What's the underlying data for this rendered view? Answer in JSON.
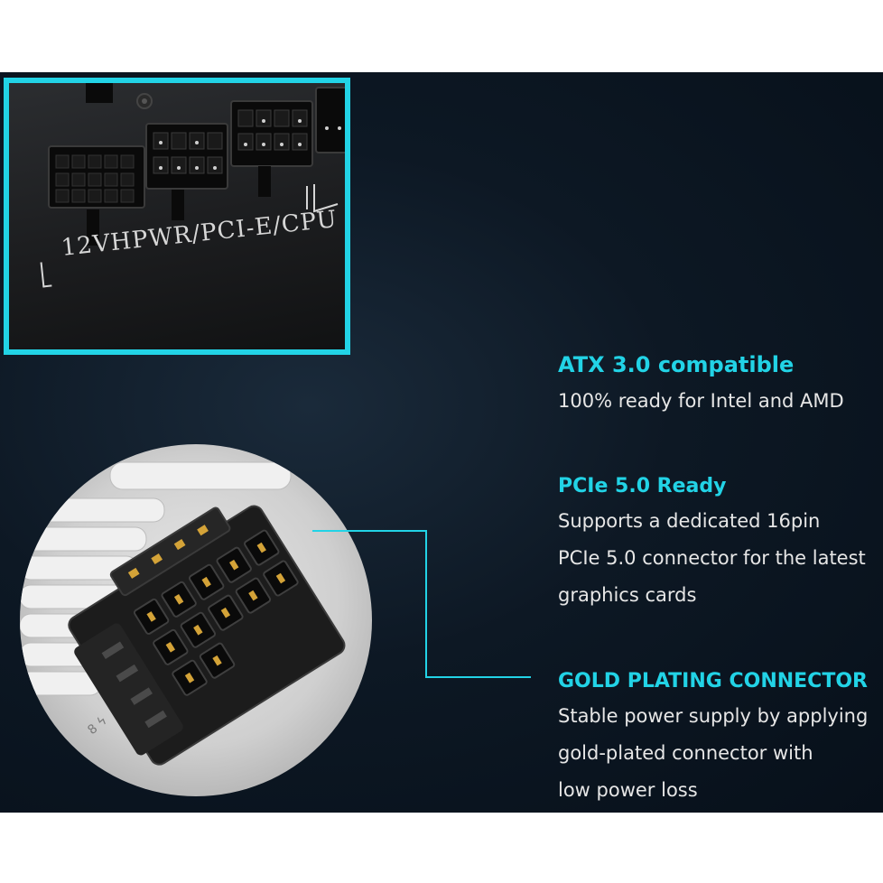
{
  "psu_panel": {
    "label": "12VHPWR/PCI-E/CPU",
    "frame_color": "#22d3e6"
  },
  "connector_photo": {
    "pin_marks": "8 ϟ"
  },
  "features": [
    {
      "title": "ATX 3.0 compatible",
      "description": "100% ready for Intel and AMD"
    },
    {
      "title": "PCIe 5.0 Ready",
      "description": "Supports a dedicated 16pin\nPCIe 5.0 connector for the latest\ngraphics cards"
    },
    {
      "title": "GOLD PLATING CONNECTOR",
      "description": "Stable power supply by applying\ngold-plated connector with\nlow power loss"
    }
  ],
  "colors": {
    "accent": "#22d3e6",
    "background": "#0d1824",
    "text": "#e6e6e6"
  }
}
